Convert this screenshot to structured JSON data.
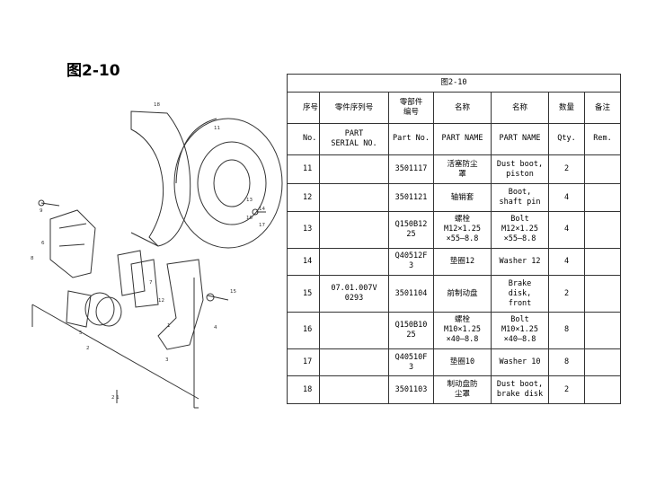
{
  "figure_label": "图2-10",
  "table": {
    "caption": "图2-10",
    "header_cn": [
      "序号",
      "零件序列号",
      "零部件\n编号",
      "名称",
      "名称",
      "数量",
      "备注"
    ],
    "header_en": [
      "No.",
      "PART\nSERIAL NO.",
      "Part No.",
      "PART NAME",
      "PART NAME",
      "Qty.",
      "Rem."
    ],
    "rows": [
      {
        "no": "11",
        "serial": "",
        "part_no": "3501117",
        "name_cn": "活塞防尘\n罩",
        "name_en": "Dust boot,\npiston",
        "qty": "2",
        "rem": ""
      },
      {
        "no": "12",
        "serial": "",
        "part_no": "3501121",
        "name_cn": "轴销套",
        "name_en": "Boot,\nshaft pin",
        "qty": "4",
        "rem": ""
      },
      {
        "no": "13",
        "serial": "",
        "part_no": "Q150B12\n25",
        "name_cn": "螺栓\nM12×1.25\n×55—8.8",
        "name_en": "Bolt\nM12×1.25\n×55—8.8",
        "qty": "4",
        "rem": ""
      },
      {
        "no": "14",
        "serial": "",
        "part_no": "Q40512F\n3",
        "name_cn": "垫圈12",
        "name_en": "Washer 12",
        "qty": "4",
        "rem": ""
      },
      {
        "no": "15",
        "serial": "07.01.007V\n0293",
        "part_no": "3501104",
        "name_cn": "前制动盘",
        "name_en": "Brake\ndisk,\nfront",
        "qty": "2",
        "rem": ""
      },
      {
        "no": "16",
        "serial": "",
        "part_no": "Q150B10\n25",
        "name_cn": "螺栓\nM10×1.25\n×40—8.8",
        "name_en": "Bolt\nM10×1.25\n×40—8.8",
        "qty": "8",
        "rem": ""
      },
      {
        "no": "17",
        "serial": "",
        "part_no": "Q40510F\n3",
        "name_cn": "垫圈10",
        "name_en": "Washer 10",
        "qty": "8",
        "rem": ""
      },
      {
        "no": "18",
        "serial": "",
        "part_no": "3501103",
        "name_cn": "制动盘防\n尘罩",
        "name_en": "Dust boot,\nbrake disk",
        "qty": "2",
        "rem": ""
      }
    ]
  },
  "diagram": {
    "callouts": [
      "18",
      "11",
      "13",
      "14",
      "16",
      "17",
      "15",
      "12",
      "9",
      "8",
      "6",
      "1",
      "2",
      "5",
      "3",
      "4",
      "7",
      "2 1"
    ]
  }
}
